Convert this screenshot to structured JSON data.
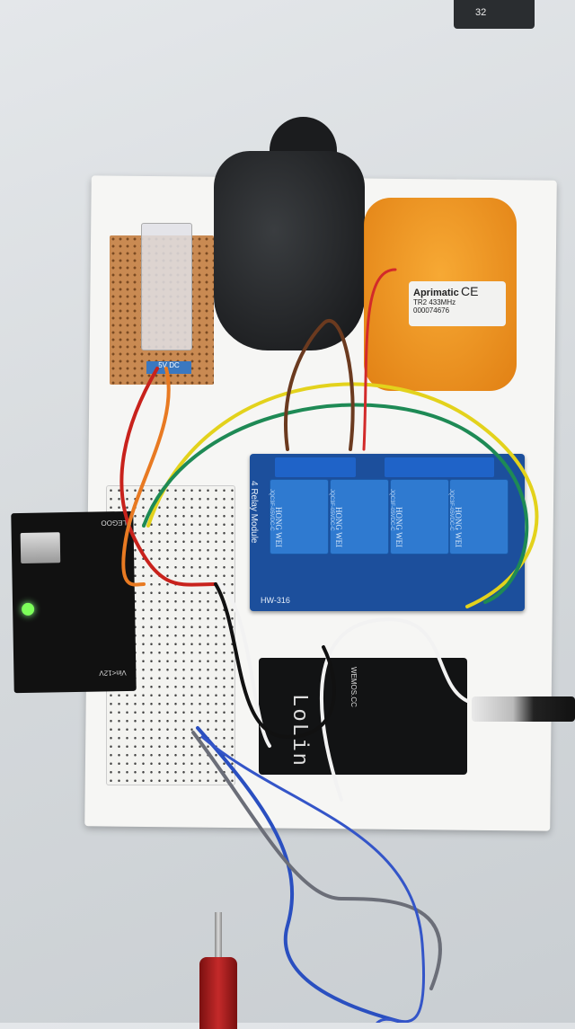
{
  "sd_card": {
    "label": "32"
  },
  "single_relay": {
    "label": "5V DC"
  },
  "orange_remote": {
    "brand": "Aprimatic",
    "mark": "CE",
    "model": "TR2  433MHz",
    "serial": "000074676"
  },
  "relay_module": {
    "title": "4 Relay Module",
    "code": "HW-316",
    "relays": [
      {
        "brand": "HONG WEI",
        "model": "JQC3F-05VDC-C"
      },
      {
        "brand": "HONG WEI",
        "model": "JQC3F-05VDC-C"
      },
      {
        "brand": "HONG WEI",
        "model": "JQC3F-05VDC-C"
      },
      {
        "brand": "HONG WEI",
        "model": "JQC3F-05VDC-C"
      }
    ]
  },
  "power_module": {
    "brand": "ELEGOO",
    "vin": "Vin<12V"
  },
  "lolin": {
    "name": "LoLin",
    "site": "WEMOS.CC"
  },
  "colors": {
    "relay_blue": "#1c4f9c",
    "orange": "#e07a08",
    "board": "#f6f6f4"
  }
}
